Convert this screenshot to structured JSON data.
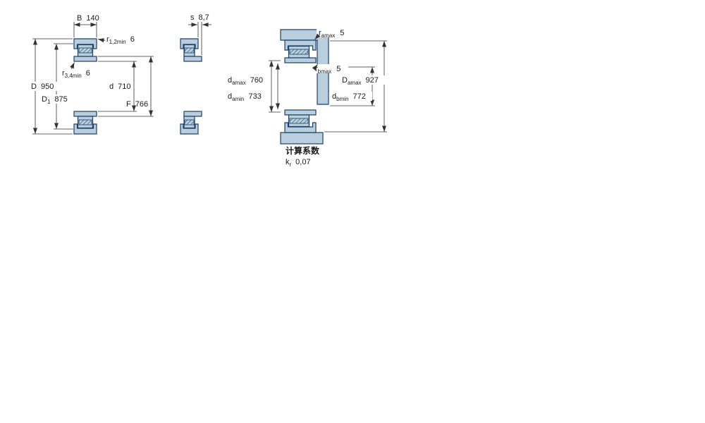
{
  "drawing": {
    "colors": {
      "bearing_fill": "#b9cfdd",
      "bearing_stroke": "#1e3f66",
      "dimension": "#333333"
    },
    "views": {
      "left": {
        "dims": {
          "B": {
            "base": "B",
            "value": "140"
          },
          "r12": {
            "base": "r",
            "sub": "1,2min",
            "value": "6"
          },
          "r34": {
            "base": "r",
            "sub": "3,4min",
            "value": "6"
          },
          "D": {
            "base": "D",
            "value": "950"
          },
          "D1": {
            "base": "D",
            "sub": "1",
            "value": "875"
          },
          "d": {
            "base": "d",
            "value": "710"
          },
          "F": {
            "base": "F",
            "value": "766"
          }
        }
      },
      "middle": {
        "dims": {
          "s": {
            "base": "s",
            "value": "8,7"
          }
        }
      },
      "right": {
        "dims": {
          "ramax": {
            "base": "r",
            "sub": "amax",
            "value": "5"
          },
          "rbmax": {
            "base": "r",
            "sub": "bmax",
            "value": "5"
          },
          "damax": {
            "base": "d",
            "sub": "amax",
            "value": "760"
          },
          "damin": {
            "base": "d",
            "sub": "amin",
            "value": "733"
          },
          "Damax": {
            "base": "D",
            "sub": "amax",
            "value": "927"
          },
          "dbmin": {
            "base": "d",
            "sub": "bmin",
            "value": "772"
          }
        },
        "calc": {
          "heading": "计算系数",
          "factor": {
            "base": "k",
            "sub": "r",
            "value": "0,07"
          }
        }
      }
    }
  }
}
